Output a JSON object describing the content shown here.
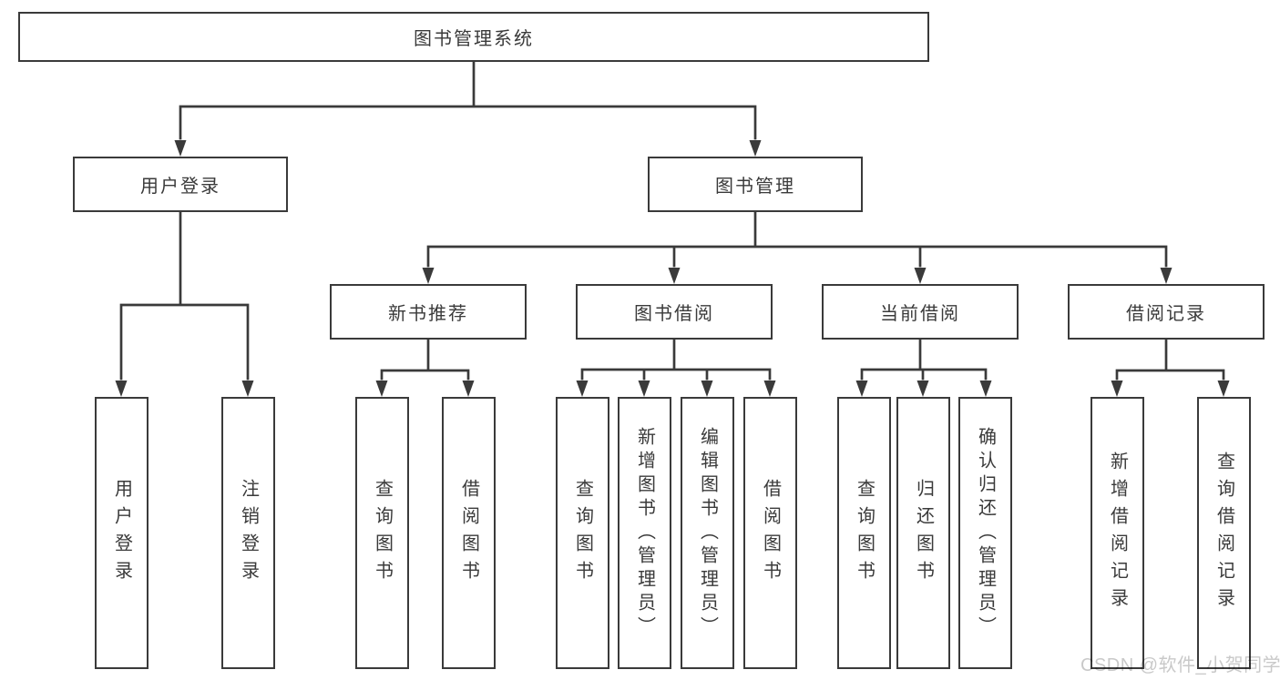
{
  "diagram": {
    "root": {
      "label": "图书管理系统"
    },
    "branches": [
      {
        "label": "用户登录",
        "leaves": [
          {
            "label": "用户登录"
          },
          {
            "label": "注销登录"
          }
        ]
      },
      {
        "label": "图书管理",
        "groups": [
          {
            "label": "新书推荐",
            "leaves": [
              {
                "label": "查询图书"
              },
              {
                "label": "借阅图书"
              }
            ]
          },
          {
            "label": "图书借阅",
            "leaves": [
              {
                "label": "查询图书"
              },
              {
                "label": "新增图书（管理员）"
              },
              {
                "label": "编辑图书（管理员）"
              },
              {
                "label": "借阅图书"
              }
            ]
          },
          {
            "label": "当前借阅",
            "leaves": [
              {
                "label": "查询图书"
              },
              {
                "label": "归还图书"
              },
              {
                "label": "确认归还（管理员）"
              }
            ]
          },
          {
            "label": "借阅记录",
            "leaves": [
              {
                "label": "新增借阅记录"
              },
              {
                "label": "查询借阅记录"
              }
            ]
          }
        ]
      }
    ]
  },
  "watermark": {
    "text": "CSDN @软件_小贺同学"
  },
  "colors": {
    "line": "#3a3a3a",
    "box_border": "#3a3a3a",
    "text": "#3a3a3a",
    "background": "#ffffff",
    "watermark": "#c9c9c9"
  }
}
